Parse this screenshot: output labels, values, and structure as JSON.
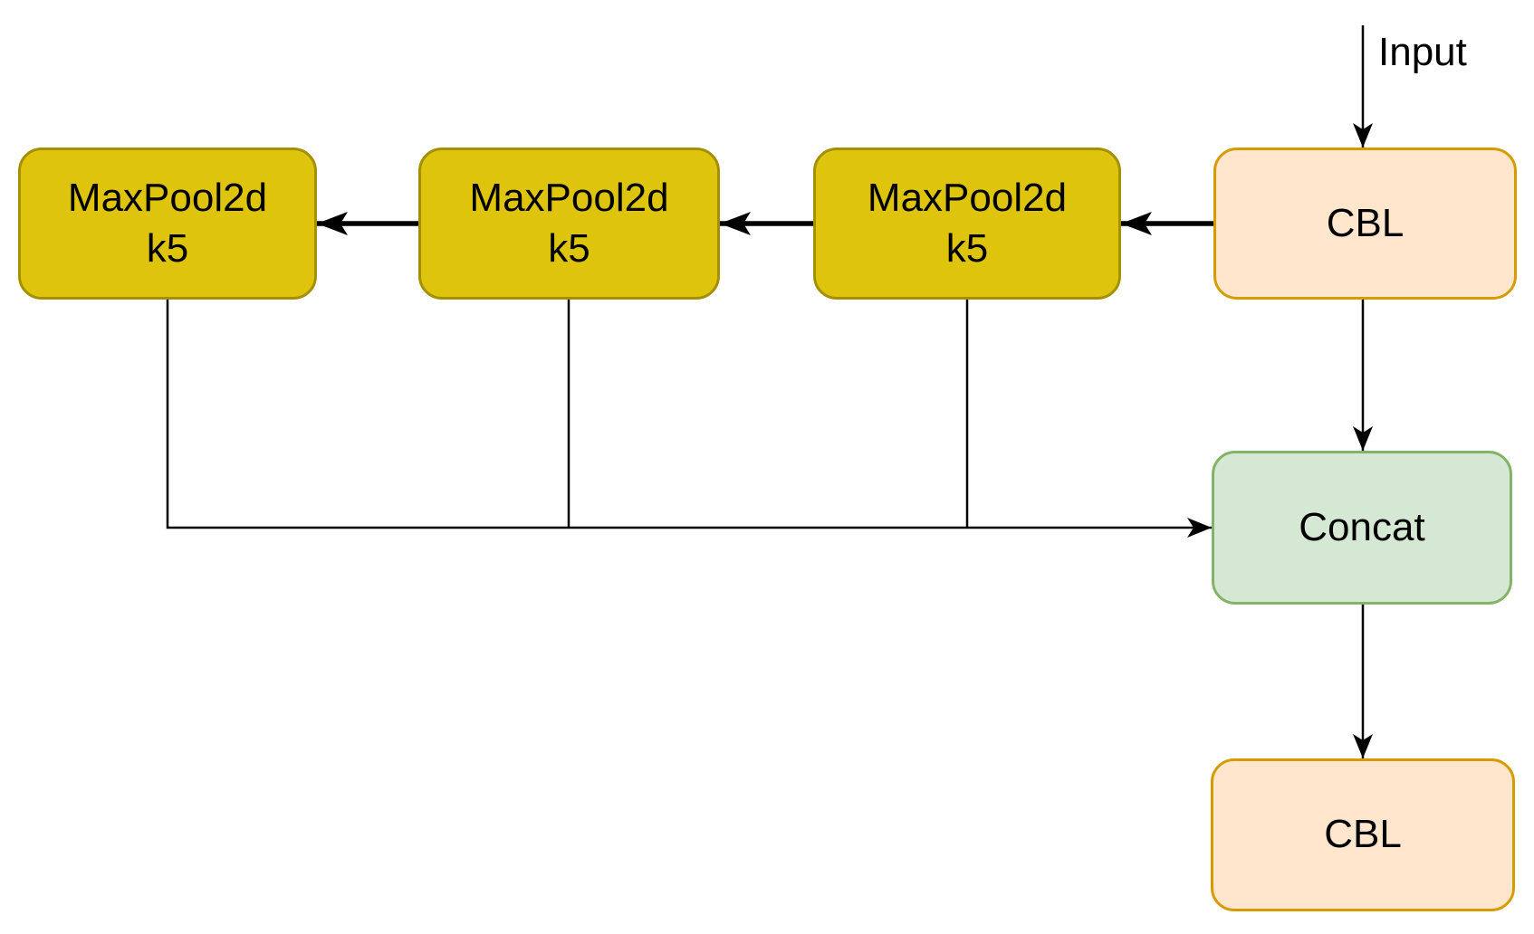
{
  "labels": {
    "input": "Input"
  },
  "nodes": {
    "maxpool1": {
      "line1": "MaxPool2d",
      "line2": "k5"
    },
    "maxpool2": {
      "line1": "MaxPool2d",
      "line2": "k5"
    },
    "maxpool3": {
      "line1": "MaxPool2d",
      "line2": "k5"
    },
    "cbl_top": {
      "label": "CBL"
    },
    "concat": {
      "label": "Concat"
    },
    "cbl_bottom": {
      "label": "CBL"
    }
  },
  "colors": {
    "background": "#ffffff",
    "text": "#000000",
    "edge": "#000000",
    "maxpool_fill": "#dfc40e",
    "maxpool_border": "#a38f00",
    "cbl_fill": "#ffe6cc",
    "cbl_border": "#d79b00",
    "concat_fill": "#d5e8d4",
    "concat_border": "#82b366"
  }
}
